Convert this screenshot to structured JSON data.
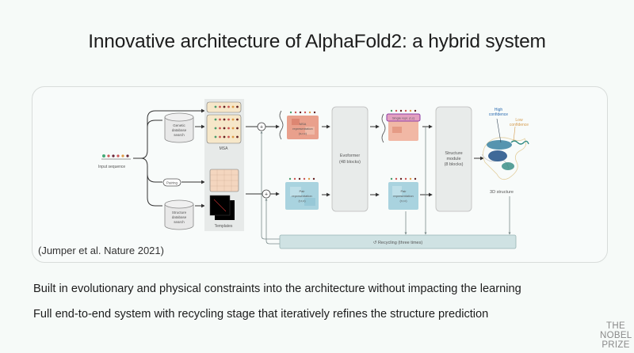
{
  "slide": {
    "title": "Innovative architecture of AlphaFold2: a hybrid system",
    "citation": "(Jumper et al. Nature 2021)",
    "bullets": [
      "Built in evolutionary and physical constraints into the architecture without impacting the learning",
      "Full end-to-end system with recycling stage that iteratively refines the structure prediction"
    ],
    "logo": [
      "THE",
      "NOBEL",
      "PRIZE"
    ]
  },
  "diagram": {
    "input_label": "Input sequence",
    "genetic_db": [
      "Genetic",
      "database",
      "search"
    ],
    "structure_db": [
      "Structure",
      "database",
      "search"
    ],
    "pairing_label": "Pairing",
    "msa_label": "MSA",
    "templates_label": "Templates",
    "msa_repr": [
      "MSA",
      "representation",
      "(s,r,c)"
    ],
    "pair_repr": [
      "Pair",
      "representation",
      "(r,r,c)"
    ],
    "evoformer": [
      "Evoformer",
      "(48 blocks)"
    ],
    "single_repr": "Single repr. (r,c)",
    "pair_repr_out": [
      "Pair",
      "representation",
      "(r,r,c)"
    ],
    "structure_module": [
      "Structure",
      "module",
      "(8 blocks)"
    ],
    "high_confidence": [
      "High",
      "confidence"
    ],
    "low_confidence": [
      "Low",
      "confidence"
    ],
    "structure_label": "3D structure",
    "recycling": "↺ Recycling (three times)",
    "plus_symbol": "+",
    "colors": {
      "msa_block": "#e9a08c",
      "pair_block": "#a9d3df",
      "evoformer_box": "#e8ebea",
      "recycling_bar": "#cfe2e3",
      "single_repr_border": "#8e3fa7",
      "high_conf": "#2a6bb0",
      "low_conf": "#d49a4c"
    }
  }
}
